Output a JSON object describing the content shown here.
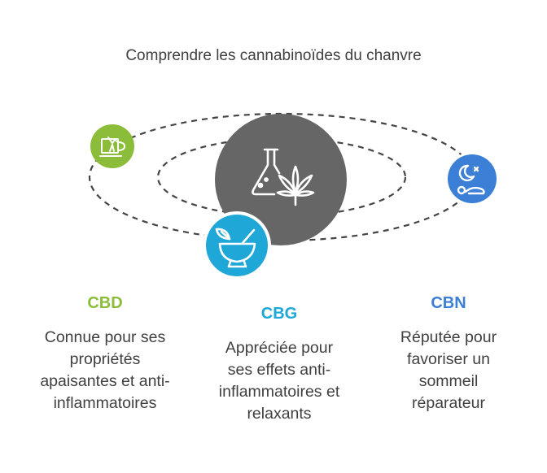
{
  "title": "Comprendre les cannabinoïdes du chanvre",
  "center": {
    "icon": "flask-cannabis-leaf-icon",
    "color": "#666666"
  },
  "items": [
    {
      "key": "cbd",
      "label": "CBD",
      "description_lines": [
        "Connue pour ses",
        "propriétés",
        "apaisantes et anti-",
        "inflammatoires"
      ],
      "color": "#8bbd3a",
      "icon": "tea-cup-herb-icon"
    },
    {
      "key": "cbg",
      "label": "CBG",
      "description_lines": [
        "Appréciée pour",
        "ses effets anti-",
        "inflammatoires et",
        "relaxants"
      ],
      "color": "#1fa7d8",
      "icon": "mortar-pestle-leaf-icon"
    },
    {
      "key": "cbn",
      "label": "CBN",
      "description_lines": [
        "Réputée pour",
        "favoriser un",
        "sommeil",
        "réparateur"
      ],
      "color": "#3c7fd6",
      "icon": "moon-sleep-icon"
    }
  ]
}
